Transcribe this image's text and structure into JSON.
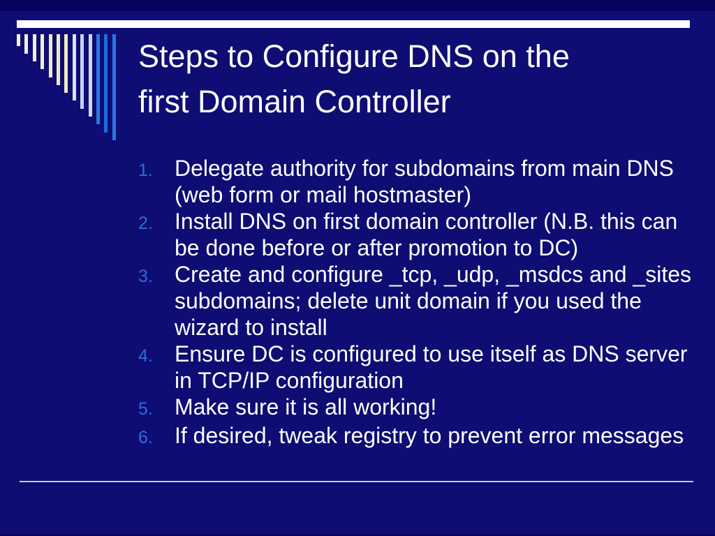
{
  "slide": {
    "title_lines": [
      "Steps to Configure DNS on the",
      "first Domain Controller"
    ],
    "list_items": [
      {
        "number": "1.",
        "text": "Delegate authority for subdomains from main DNS (web form or mail hostmaster)"
      },
      {
        "number": "2.",
        "text": "Install DNS on first domain controller (N.B. this can be done before or after promotion to DC)"
      },
      {
        "number": "3.",
        "text": "Create and configure _tcp, _udp, _msdcs and _sites subdomains; delete unit domain if you used the wizard to install"
      },
      {
        "number": "4.",
        "text": "Ensure DC is configured to use itself as DNS server in TCP/IP configuration"
      },
      {
        "number": "5.",
        "text": "Make sure it is all working!"
      },
      {
        "number": "6.",
        "text": "If desired, tweak registry to prevent error messages"
      }
    ]
  },
  "colors": {
    "background": "#0D0D73",
    "top_strip": "#04045E",
    "title_bar": "#FFFFFF",
    "title_text": "#FFFFFF",
    "body_text": "#FFFFFF",
    "list_number": "#2F6CDC",
    "bottom_rule": "#C9CBE2"
  },
  "decoration": {
    "bars": [
      {
        "color": "#F6F2DC",
        "height": 17
      },
      {
        "color": "#F5F0D6",
        "height": 28
      },
      {
        "color": "#F4EED0",
        "height": 39
      },
      {
        "color": "#F3ECCA",
        "height": 50
      },
      {
        "color": "#F1EAC6",
        "height": 62
      },
      {
        "color": "#F0E9C2",
        "height": 73
      },
      {
        "color": "#EFE8BE",
        "height": 84
      },
      {
        "color": "#DCE2F5",
        "height": 95
      },
      {
        "color": "#C7D2F0",
        "height": 107
      },
      {
        "color": "#CFDAF6",
        "height": 118
      },
      {
        "color": "#2C75E4",
        "height": 129
      },
      {
        "color": "#1F6BDE",
        "height": 141
      },
      {
        "color": "#2C75E4",
        "height": 152
      }
    ]
  }
}
